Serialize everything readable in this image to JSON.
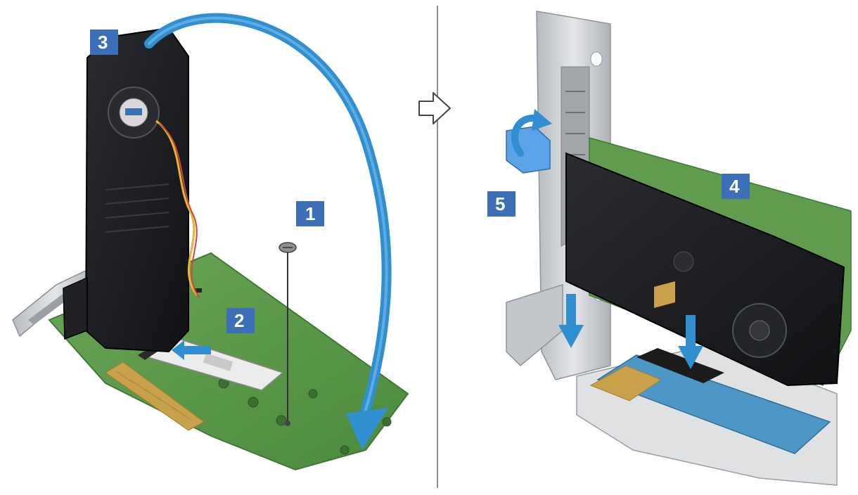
{
  "callouts": [
    {
      "id": "1",
      "label": "1"
    },
    {
      "id": "2",
      "label": "2"
    },
    {
      "id": "3",
      "label": "3"
    },
    {
      "id": "4",
      "label": "4"
    },
    {
      "id": "5",
      "label": "5"
    }
  ],
  "colors": {
    "callout_blue": "#3b6fb8",
    "arrow_blue": "#2f8fd0",
    "pcb_green": "#5f9c4e",
    "pcb_green_dark": "#3f7a34",
    "gpu_black": "#1c1d20",
    "bracket_silver": "#c9ccd0",
    "riser_blue": "#4d97c6",
    "latch_blue": "#5aa3e6",
    "divider": "#6b6b6b"
  },
  "icons": {
    "step_transition": "hollow-right-arrow-icon",
    "rotation_left": "curved-rotation-arrow-icon",
    "rotation_right": "curved-rotation-arrow-icon"
  }
}
